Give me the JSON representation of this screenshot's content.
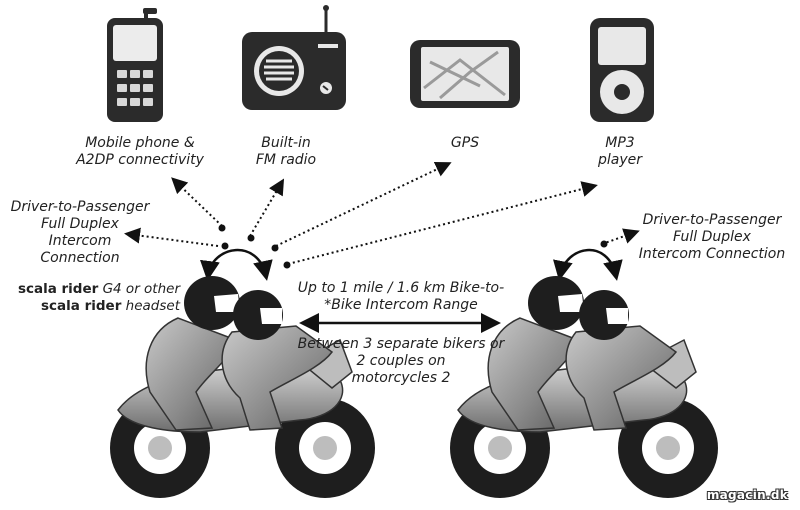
{
  "devices": [
    {
      "id": "phone",
      "icon": "mobile-phone-icon",
      "lines": [
        "Mobile phone &",
        "A2DP connectivity"
      ]
    },
    {
      "id": "radio",
      "icon": "fm-radio-icon",
      "lines": [
        "Built-in",
        "FM radio"
      ]
    },
    {
      "id": "gps",
      "icon": "gps-icon",
      "lines": [
        "GPS"
      ]
    },
    {
      "id": "mp3",
      "icon": "mp3-player-icon",
      "lines": [
        "MP3",
        "player"
      ]
    }
  ],
  "left_intercom": {
    "lines": [
      "Driver-to-Passenger",
      "Full Duplex",
      "Intercom",
      "Connection"
    ]
  },
  "right_intercom": {
    "lines": [
      "Driver-to-Passenger",
      "Full Duplex",
      "Intercom Connection"
    ]
  },
  "headset": {
    "line1_brand": "scala rider",
    "line1_rest": " G4 or other",
    "line2_brand": "scala rider",
    "line2_rest": " headset"
  },
  "range": {
    "lines": [
      "Up to 1 mile / 1.6 km Bike-to-",
      "*Bike Intercom Range"
    ]
  },
  "bikers": {
    "lines": [
      "Between 3 separate bikers or",
      "2 couples on",
      "motorcycles 2"
    ]
  },
  "watermark": "magacin.dk",
  "colors": {
    "ink": "#1a1a1a",
    "icon_fill": "#2b2b2b",
    "screen": "#e8e8e8"
  }
}
